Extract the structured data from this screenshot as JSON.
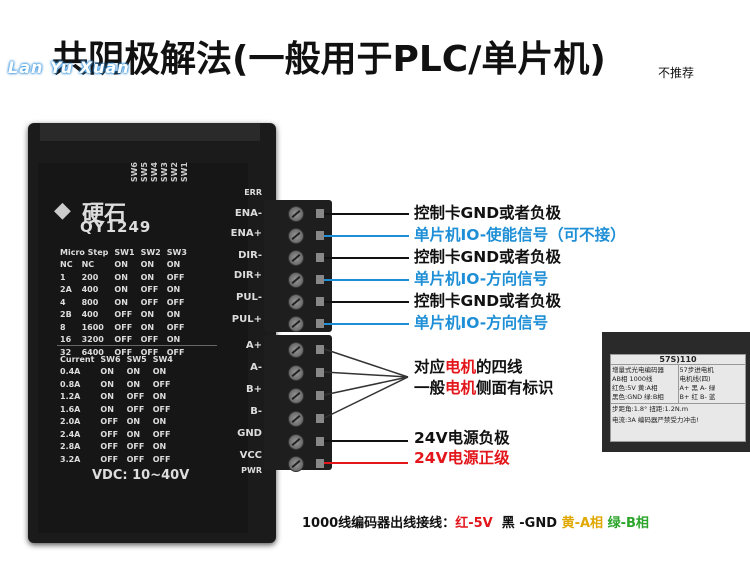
{
  "title": "共阴极解法(一般用于PLC/单片机)",
  "title_note": "不推荐",
  "watermark": "Lan Yu Xuan",
  "driver": {
    "brand": "硬石",
    "model": "QY1249",
    "dip_labels": [
      "SW6",
      "SW5",
      "SW4",
      "SW3",
      "SW2",
      "SW1"
    ],
    "micro_step_table": {
      "headers": [
        "Micro Step",
        "SW1",
        "SW2",
        "SW3"
      ],
      "rows": [
        [
          "NC",
          "NC",
          "ON",
          "ON",
          "ON"
        ],
        [
          "1",
          "200",
          "ON",
          "ON",
          "OFF"
        ],
        [
          "2A",
          "400",
          "ON",
          "OFF",
          "ON"
        ],
        [
          "4",
          "800",
          "ON",
          "OFF",
          "OFF"
        ],
        [
          "2B",
          "400",
          "OFF",
          "ON",
          "ON"
        ],
        [
          "8",
          "1600",
          "OFF",
          "ON",
          "OFF"
        ],
        [
          "16",
          "3200",
          "OFF",
          "OFF",
          "ON"
        ],
        [
          "32",
          "6400",
          "OFF",
          "OFF",
          "OFF"
        ]
      ]
    },
    "current_table": {
      "headers": [
        "Current",
        "SW6",
        "SW5",
        "SW4"
      ],
      "rows": [
        [
          "0.4A",
          "ON",
          "ON",
          "ON"
        ],
        [
          "0.8A",
          "ON",
          "ON",
          "OFF"
        ],
        [
          "1.2A",
          "ON",
          "OFF",
          "ON"
        ],
        [
          "1.6A",
          "ON",
          "OFF",
          "OFF"
        ],
        [
          "2.0A",
          "OFF",
          "ON",
          "ON"
        ],
        [
          "2.4A",
          "OFF",
          "ON",
          "OFF"
        ],
        [
          "2.8A",
          "OFF",
          "OFF",
          "ON"
        ],
        [
          "3.2A",
          "OFF",
          "OFF",
          "OFF"
        ]
      ]
    },
    "vdc": "VDC: 10~40V",
    "terminal_labels_top": [
      "ERR",
      "ENA-",
      "ENA+",
      "DIR-",
      "DIR+",
      "PUL-",
      "PUL+"
    ],
    "terminal_labels_bottom": [
      "A+",
      "A-",
      "B+",
      "B-",
      "GND",
      "VCC",
      "PWR"
    ]
  },
  "annotations": [
    {
      "text": "控制卡GND或者负极",
      "color": "#111111"
    },
    {
      "text": "单片机IO-使能信号（可不接）",
      "color": "#1e8fd6"
    },
    {
      "text": "控制卡GND或者负极",
      "color": "#111111"
    },
    {
      "text": "单片机IO-方向信号",
      "color": "#1e8fd6"
    },
    {
      "text": "控制卡GND或者负极",
      "color": "#111111"
    },
    {
      "text": "单片机IO-方向信号",
      "color": "#1e8fd6"
    }
  ],
  "motor_annotation": {
    "line1_prefix": "对应",
    "line1_red": "电机",
    "line1_suffix": "的四线",
    "line2_prefix": "一般",
    "line2_red": "电机",
    "line2_suffix": "侧面有标识"
  },
  "power_annotations": [
    {
      "text": "24V电源负极",
      "color": "#111111"
    },
    {
      "text": "24V电源正级",
      "color": "#e3161b"
    }
  ],
  "motor_plate": {
    "model": "57S)110",
    "left_title": "增量式光电编码器",
    "left_line1": "AB相   1000线",
    "left_line2": "红色:5V  黄:A相",
    "left_line3": "黑色:GND 绿:B相",
    "right_title": "57步进电机",
    "right_line1": "电机线(四)",
    "right_line2": "A+ 黑  A- 绿",
    "right_line3": "B+ 红  B- 蓝",
    "bottom1": "步距角:1.8°    扭距:1.2N.m",
    "bottom2": "电流:3A   编码器严禁受力冲击!"
  },
  "bottom_note": {
    "prefix": "1000线编码器出线接线：",
    "red": "红-5V",
    "black": "黑 -GND",
    "yellow": "黄-A相",
    "green": "绿-B相"
  },
  "colors": {
    "blue": "#1e8fd6",
    "red": "#e3161b",
    "yellow": "#e0a800",
    "green": "#2aa52a"
  }
}
